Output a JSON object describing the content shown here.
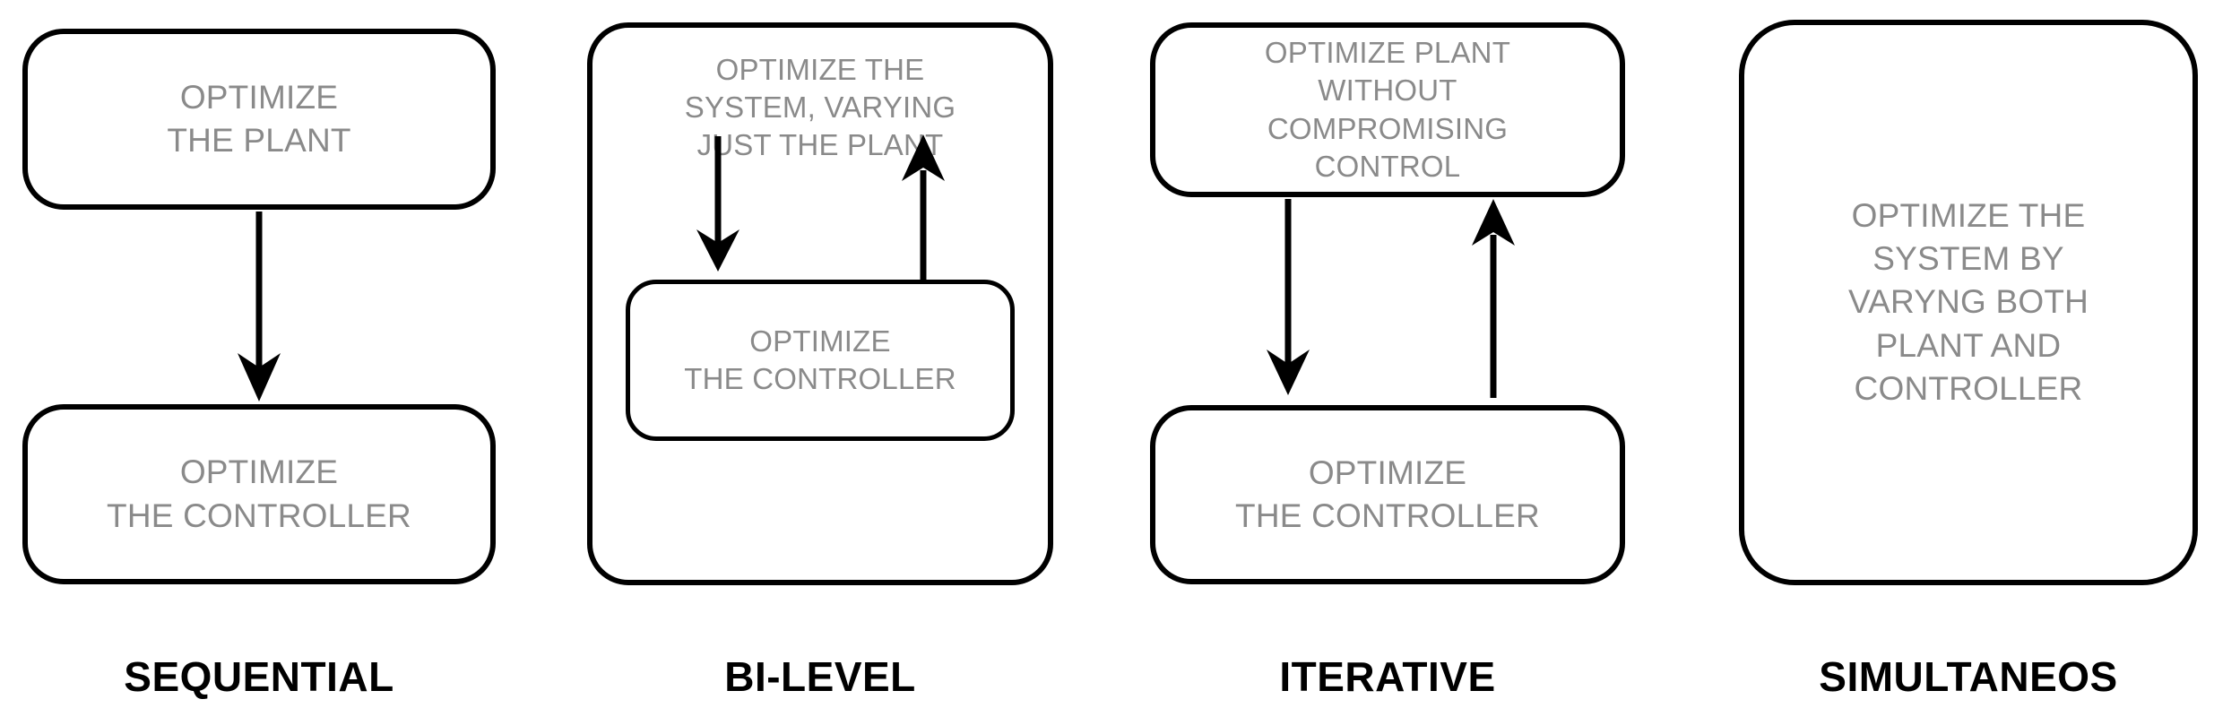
{
  "diagram": {
    "title_caption_color": "#000000",
    "box_text_color": "#8a8a8a",
    "stroke_color": "#000000",
    "background_color": "#ffffff"
  },
  "columns": [
    {
      "id": "sequential",
      "caption": "SEQUENTIAL",
      "boxes": [
        {
          "id": "seq-plant",
          "text": "OPTIMIZE\nTHE PLANT"
        },
        {
          "id": "seq-controller",
          "text": "OPTIMIZE\nTHE CONTROLLER"
        }
      ],
      "arrows": [
        {
          "id": "seq-down",
          "direction": "down"
        }
      ]
    },
    {
      "id": "bi-level",
      "caption": "BI-LEVEL",
      "boxes": [
        {
          "id": "bil-outer",
          "text": "OPTIMIZE THE\nSYSTEM, VARYING\nJUST THE PLANT"
        },
        {
          "id": "bil-inner",
          "text": "OPTIMIZE\nTHE CONTROLLER"
        }
      ],
      "arrows": [
        {
          "id": "bil-down",
          "direction": "down"
        },
        {
          "id": "bil-up",
          "direction": "up"
        }
      ]
    },
    {
      "id": "iterative",
      "caption": "ITERATIVE",
      "boxes": [
        {
          "id": "ite-plant",
          "text": "OPTIMIZE PLANT\nWITHOUT\nCOMPROMISING\nCONTROL"
        },
        {
          "id": "ite-controller",
          "text": "OPTIMIZE\nTHE CONTROLLER"
        }
      ],
      "arrows": [
        {
          "id": "ite-down",
          "direction": "down"
        },
        {
          "id": "ite-up",
          "direction": "up"
        }
      ]
    },
    {
      "id": "simultaneos",
      "caption": "SIMULTANEOS",
      "boxes": [
        {
          "id": "sim-all",
          "text": "OPTIMIZE THE\nSYSTEM BY\nVARYNG BOTH\nPLANT AND\nCONTROLLER"
        }
      ],
      "arrows": []
    }
  ]
}
